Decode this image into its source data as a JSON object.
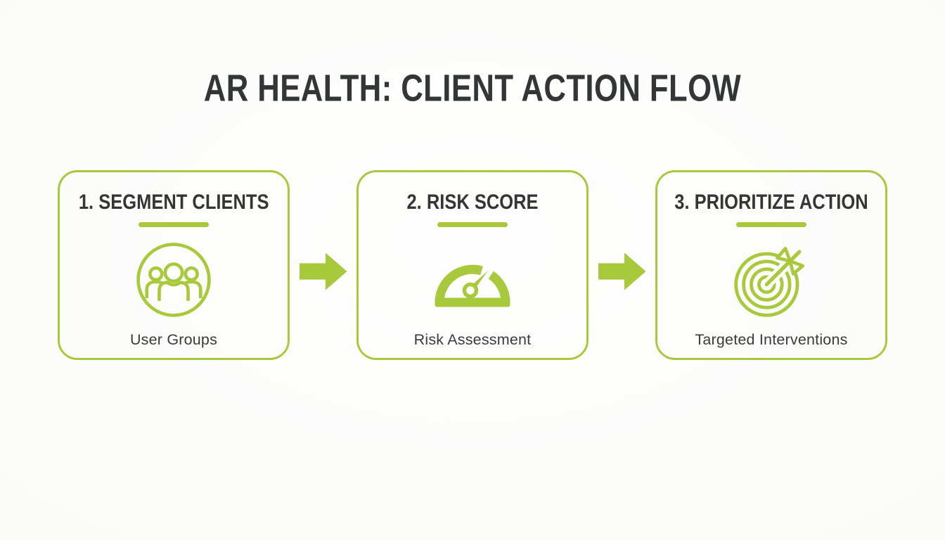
{
  "page": {
    "title": "AR HEALTH: CLIENT ACTION FLOW"
  },
  "colors": {
    "accent": "#a9c93c",
    "text_dark": "#333537",
    "background": "#fcfcfa"
  },
  "steps": [
    {
      "title": "1. SEGMENT CLIENTS",
      "caption": "User Groups",
      "icon": "user-groups-icon"
    },
    {
      "title": "2. RISK SCORE",
      "caption": "Risk Assessment",
      "icon": "gauge-icon"
    },
    {
      "title": "3. PRIORITIZE ACTION",
      "caption": "Targeted Interventions",
      "icon": "target-icon"
    }
  ],
  "connectors": [
    {
      "icon": "arrow-right-icon"
    },
    {
      "icon": "arrow-right-icon"
    }
  ]
}
